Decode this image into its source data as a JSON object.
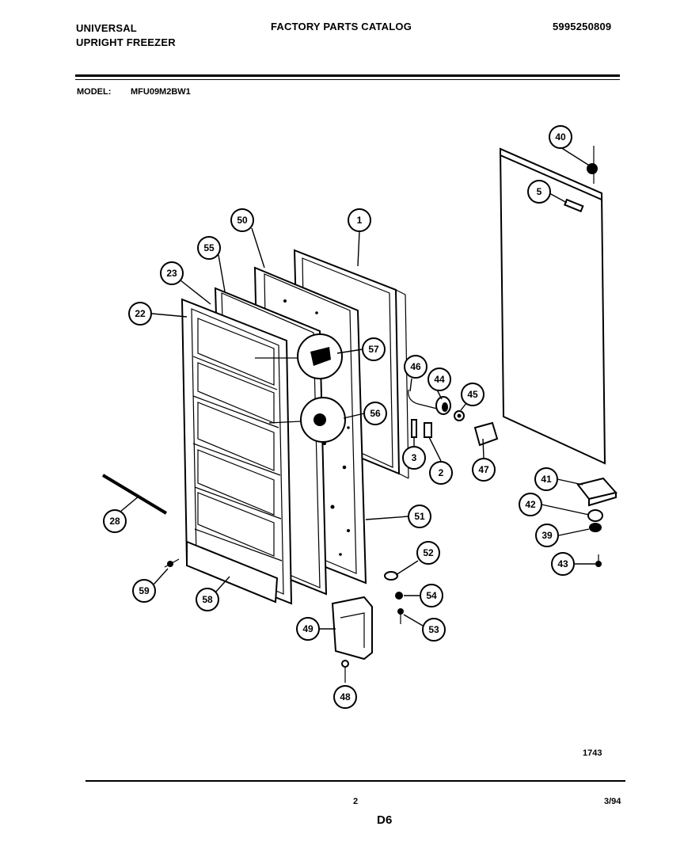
{
  "header": {
    "brand": "UNIVERSAL",
    "product": "UPRIGHT FREEZER",
    "catalog_title": "FACTORY PARTS CATALOG",
    "catalog_number": "5995250809",
    "model_label": "MODEL:",
    "model_value": "MFU09M2BW1"
  },
  "callouts": [
    "40",
    "5",
    "1",
    "50",
    "55",
    "23",
    "22",
    "57",
    "46",
    "44",
    "45",
    "56",
    "3",
    "2",
    "47",
    "41",
    "42",
    "39",
    "43",
    "28",
    "51",
    "52",
    "54",
    "53",
    "49",
    "48",
    "59",
    "58"
  ],
  "footer": {
    "drawing_number": "1743",
    "page": "2",
    "date": "3/94",
    "section": "D6"
  }
}
